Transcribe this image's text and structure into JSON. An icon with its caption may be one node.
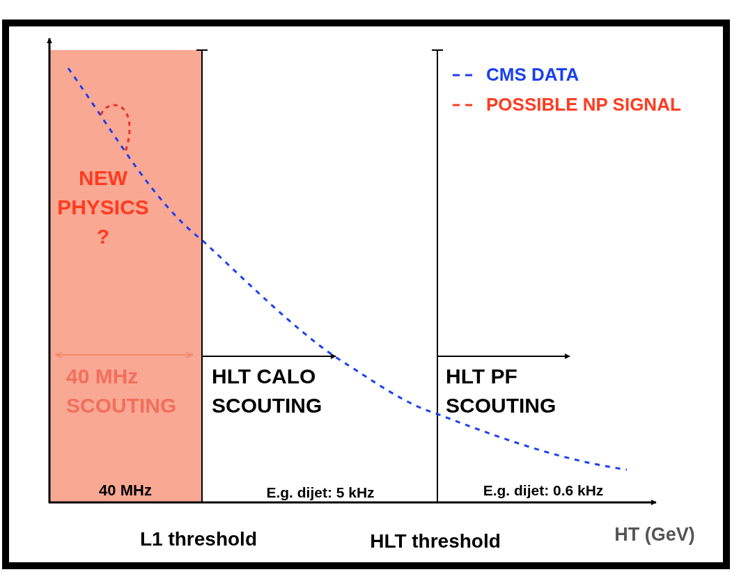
{
  "diagram": {
    "labels": [
      "NEW PHYSICS ?",
      "40 MHz SCOUTING",
      "HLT CALO SCOUTING",
      "HLT PF SCOUTING",
      "40 MHz",
      "E.g. dijet: 5 kHz",
      "E.g. dijet: 0.6 kHz",
      "L1 threshold",
      "HLT threshold",
      "HT (GeV)"
    ],
    "legend": [
      {
        "text": "CMS DATA"
      },
      {
        "text": "POSSIBLE NP SIGNAL"
      }
    ]
  }
}
